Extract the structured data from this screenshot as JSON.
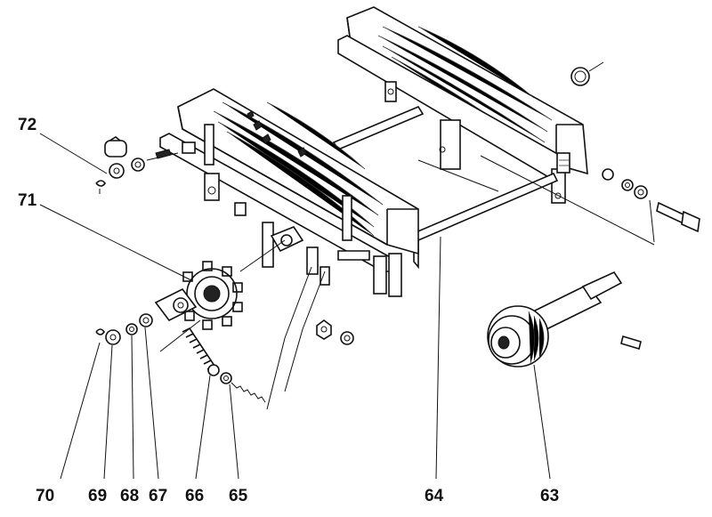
{
  "diagram": {
    "callouts": {
      "c72": "72",
      "c71": "71",
      "c70": "70",
      "c69": "69",
      "c68": "68",
      "c67": "67",
      "c66": "66",
      "c65": "65",
      "c64": "64",
      "c63": "63"
    },
    "colors": {
      "ink": "#111111",
      "background": "#ffffff"
    }
  }
}
